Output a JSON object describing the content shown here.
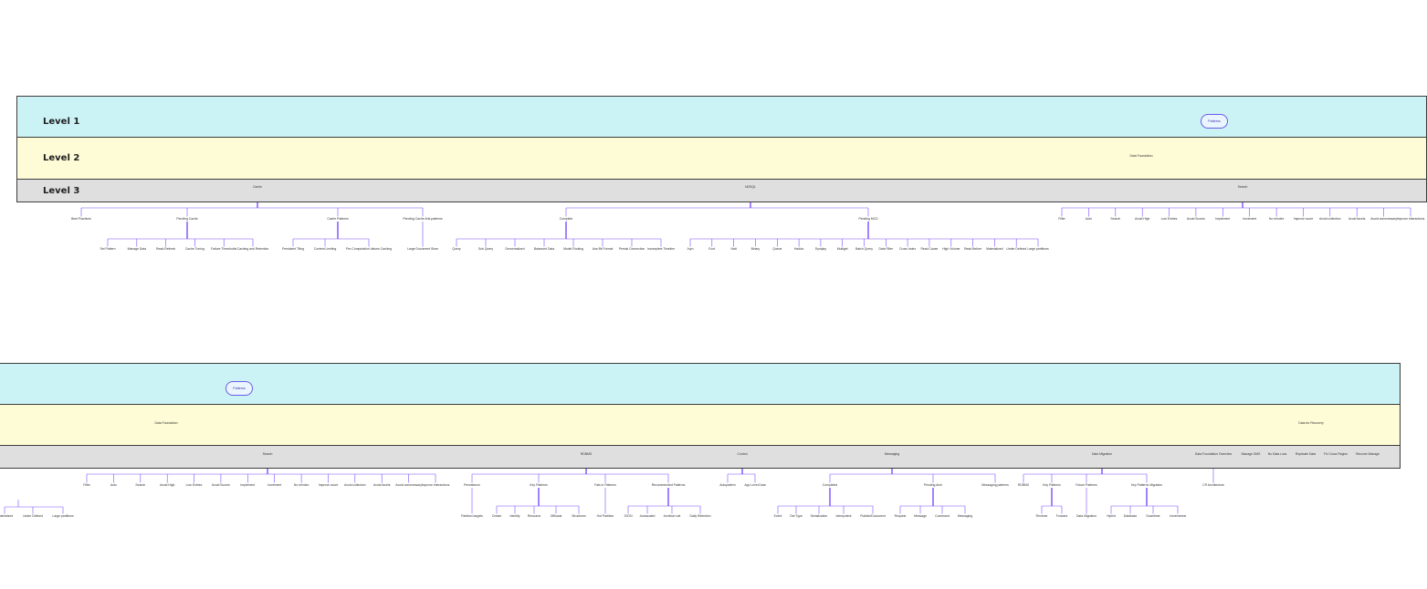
{
  "levels": [
    "Level 1",
    "Level 2",
    "Level 3"
  ],
  "colors": {
    "level1": "#cbf2f5",
    "level2": "#fefcd6",
    "level3": "#dfdfdf",
    "edge": "#7b4dff",
    "root_border": "#6c5ce7"
  },
  "top": {
    "root": "Patterns",
    "l2": [
      "Data Foundation"
    ],
    "l3": [
      "Cache",
      "NOSQL",
      "Search"
    ],
    "cache": {
      "children": [
        "Best Practices",
        "Pending Cache",
        "Cache Patterns",
        "Pending Cache Anti-patterns"
      ],
      "pending_cache": [
        "Set Pattern",
        "Manage Data",
        "Read-Refresh",
        "Cache Tuning",
        "Failure Thresholds",
        "Caching and Retention"
      ],
      "cache_patterns": [
        "Persistent Tiling",
        "Content Limiting",
        "Pre-Computation Values Caching"
      ],
      "anti_patterns": [
        "Large Document Store"
      ]
    },
    "nosql": {
      "children": [
        "Complete",
        "Pending MCD"
      ],
      "complete": [
        "Query",
        "Sub Query",
        "Denormalized",
        "Balanced Data",
        "Model Routing",
        "Use Bit Format",
        "Persist Connection",
        "Incomplete Timeline"
      ],
      "pending_mcd": [
        "Jsyn",
        "Ecot",
        "Natt",
        "Binary",
        "Queue",
        "Hadloc",
        "Dynqlay",
        "Multiget",
        "Batch Query",
        "Data Filter",
        "Cross Index",
        "Read Cause",
        "High Volume",
        "Read Before",
        "Materialized",
        "Under Defined",
        "Large partitions"
      ]
    },
    "search": [
      "Filter",
      "Auto",
      "Search",
      "Avoid High",
      "Low Entries",
      "Avoid Scores",
      "Implement",
      "Increment",
      "No reindex",
      "Improve score",
      "Avoid collection",
      "Avoid facets",
      "Avoid unnecessary",
      "Improve interactions"
    ]
  },
  "bottom": {
    "root": "Patterns",
    "l2": [
      "Data Foundation",
      "Data for Recovery"
    ],
    "l3": [
      "Search",
      "RDBMS",
      "Control",
      "Messaging",
      "Data Migration",
      "Data Foundation Overview",
      "Manage DMS",
      "No Data Loss",
      "Replicate Data",
      "Fix Cross Region",
      "Recover Manage"
    ],
    "search": [
      "Filter",
      "Auto",
      "Search",
      "Avoid High",
      "Low Entries",
      "Avoid Scores",
      "Implement",
      "Increment",
      "No reindex",
      "Improve score",
      "Avoid collection",
      "Avoid facets",
      "Avoid unnecessary",
      "Improve interactions"
    ],
    "rdbms": {
      "children": [
        "Persistence",
        "Key Patterns",
        "Fats in Patterns",
        "Recommended Patterns"
      ],
      "persistence": [
        "Partition targets"
      ],
      "key_patterns": [
        "Create",
        "Identify",
        "Resource",
        "Offloads",
        "Structures"
      ],
      "fats": [
        "Hot Partition"
      ],
      "recommended": [
        "JSON",
        "Autoscaled",
        "Archival rule",
        "Daily Retention"
      ]
    },
    "control": {
      "children": [
        "Autopattern",
        "App Level Data"
      ]
    },
    "messaging": {
      "children": [
        "Completed",
        "Pending Arch",
        "Messaging patterns"
      ],
      "completed": [
        "Event",
        "Get Type",
        "Serialization",
        "Idempotent",
        "Publish/Document"
      ],
      "pending_arch": [
        "Request",
        "Message",
        "Command",
        "Messaging"
      ]
    },
    "migration": {
      "children": [
        "RDBMS",
        "Key Patterns",
        "Future Patterns",
        "Key Patterns Migration"
      ],
      "key_patterns": [
        "Reverse",
        "Forward"
      ],
      "future": [
        "Data Migration"
      ],
      "kpm": [
        "Hybrid",
        "Database",
        "Downtime",
        "Incremental"
      ]
    },
    "overview": [
      "CR Architecture"
    ],
    "left_cut": [
      "Materialized",
      "Under Defined",
      "Large partitions"
    ]
  }
}
